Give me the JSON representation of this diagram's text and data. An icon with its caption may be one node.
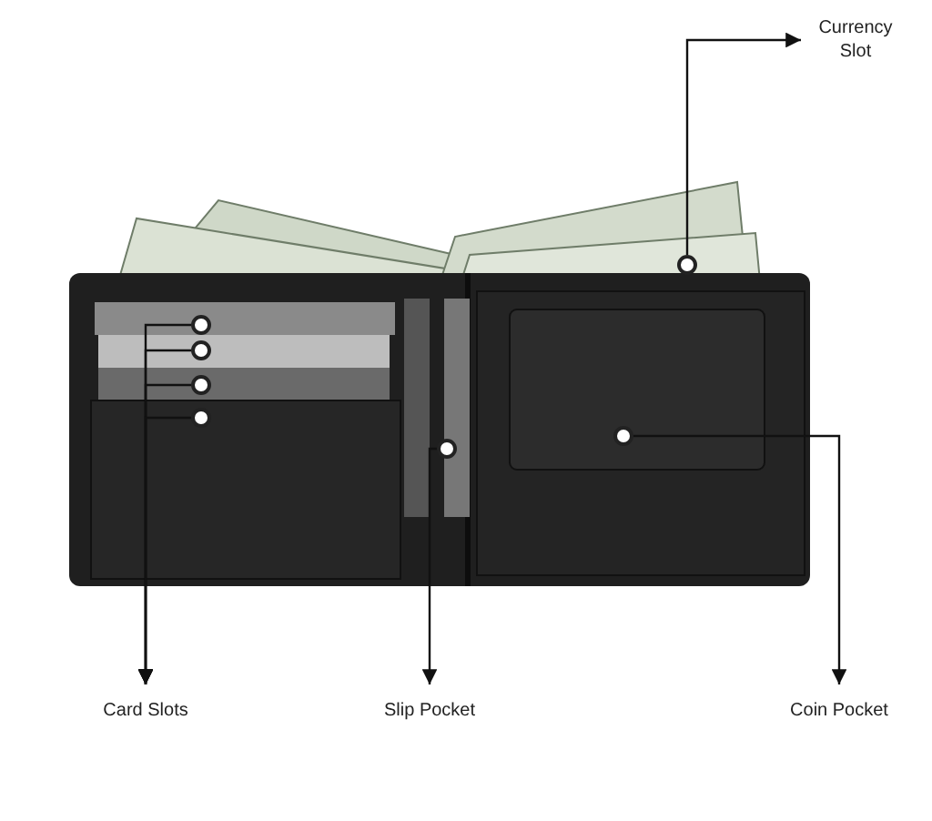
{
  "diagram": {
    "nodes": [
      {
        "text": [
          "Currency Slot"
        ]
      },
      {
        "text": [
          "Card Slots"
        ]
      },
      {
        "text": [
          "Slip Pocket"
        ]
      },
      {
        "text": [
          "Coin Pocket"
        ]
      },
      {
        "text": [],
        "shape": "circle"
      },
      {
        "text": [],
        "shape": "circle"
      },
      {
        "text": [],
        "shape": "circle"
      },
      {
        "text": [],
        "shape": "circle"
      },
      {
        "text": [],
        "shape": "circle"
      },
      {
        "text": [],
        "shape": "circle"
      },
      {
        "text": [],
        "shape": "circle"
      }
    ],
    "edges": [
      {
        "from": 4,
        "to": 0,
        "arrow": "to"
      },
      {
        "from": 5,
        "to": 1,
        "arrow": "to"
      },
      {
        "from": 6,
        "to": 1,
        "arrow": "to"
      },
      {
        "from": 7,
        "to": 1,
        "arrow": "to"
      },
      {
        "from": 8,
        "to": 1,
        "arrow": "to"
      },
      {
        "from": 9,
        "to": 2,
        "arrow": "to"
      },
      {
        "from": 10,
        "to": 3,
        "arrow": "to"
      }
    ]
  }
}
